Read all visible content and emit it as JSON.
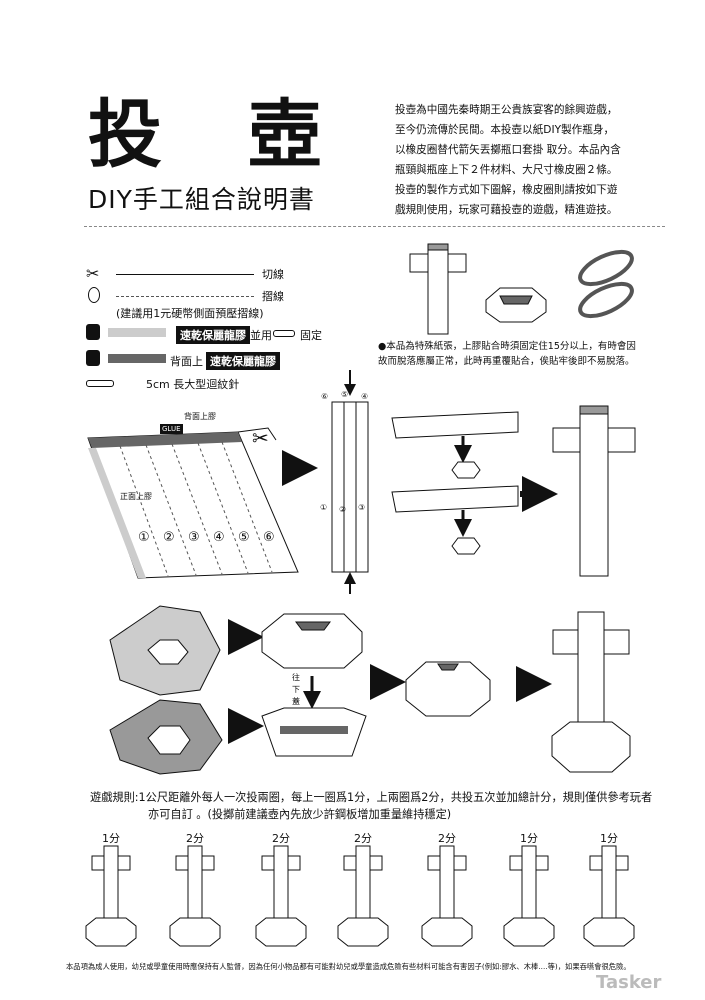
{
  "header": {
    "title": "投 壺",
    "subtitle": "DIY手工組合說明書"
  },
  "intro": {
    "lines": [
      "投壺為中國先秦時期王公貴族宴客的餘興遊戲，",
      "至今仍流傳於民間。本投壺以紙DIY製作瓶身，",
      "以橡皮圈替代箭矢丟擲瓶口套掛 取分。本品內含",
      "瓶頸與瓶座上下２件材料、大尺寸橡皮圈２條。",
      "投壺的製作方式如下圖解，橡皮圈則請按如下遊",
      "戲規則使用，玩家可藉投壺的遊戲，精進遊技。"
    ]
  },
  "legend": {
    "cut_label": "切線",
    "fold_label": "摺線",
    "fold_note": "(建議用1元硬幣側面預壓摺線)",
    "glue1_tag": "速乾保麗龍膠",
    "glue1_text": "並用",
    "glue1_fix": "固定",
    "glue2_text": "背面上",
    "glue2_tag": "速乾保麗龍膠",
    "clip_label": "5cm 長大型迴紋針"
  },
  "note": {
    "lines": [
      "●本品為特殊紙張，上膠貼合時須固定住15分以上，有時會因",
      "故而脫落應屬正常，此時再重覆貼合，俟貼牢後即不易脫落。"
    ]
  },
  "diagram": {
    "back_glue": "背面上膠",
    "front_glue": "正面上膠",
    "glue_icon": "GLUE",
    "panel_numbers": [
      "①",
      "②",
      "③",
      "④",
      "⑤",
      "⑥"
    ],
    "tube_numbers_top": [
      "⑥",
      "⑤",
      "④"
    ],
    "tube_numbers_mid": [
      "①",
      "②",
      "③"
    ],
    "down_cover": [
      "往",
      "下",
      "蓋"
    ]
  },
  "rules": {
    "line1": "遊戲規則:1公尺距離外每人一次投兩圈，每上一圈爲1分，上兩圈爲2分，共投五次並加總計分，規則僅供參考玩者",
    "line2": "亦可自訂 。(投擲前建議壺內先放少許鋼板增加重量維持穩定)"
  },
  "scores": [
    "1分",
    "2分",
    "2分",
    "2分",
    "2分",
    "1分",
    "1分"
  ],
  "footer": {
    "text": "本品項為成人使用，幼兒或學童使用時應保持有人監督，因為任何小物品都有可能對幼兒或學童造成危險有些材料可能含有害因子(例如:膠水、木棒....等)，如果吞嚥會很危險。"
  },
  "brand": {
    "name": "Tasker"
  },
  "colors": {
    "ink": "#111111",
    "gray_dark": "#666666",
    "gray_mid": "#999999",
    "gray_light": "#cccccc",
    "watermark": "#bbbbbb"
  }
}
